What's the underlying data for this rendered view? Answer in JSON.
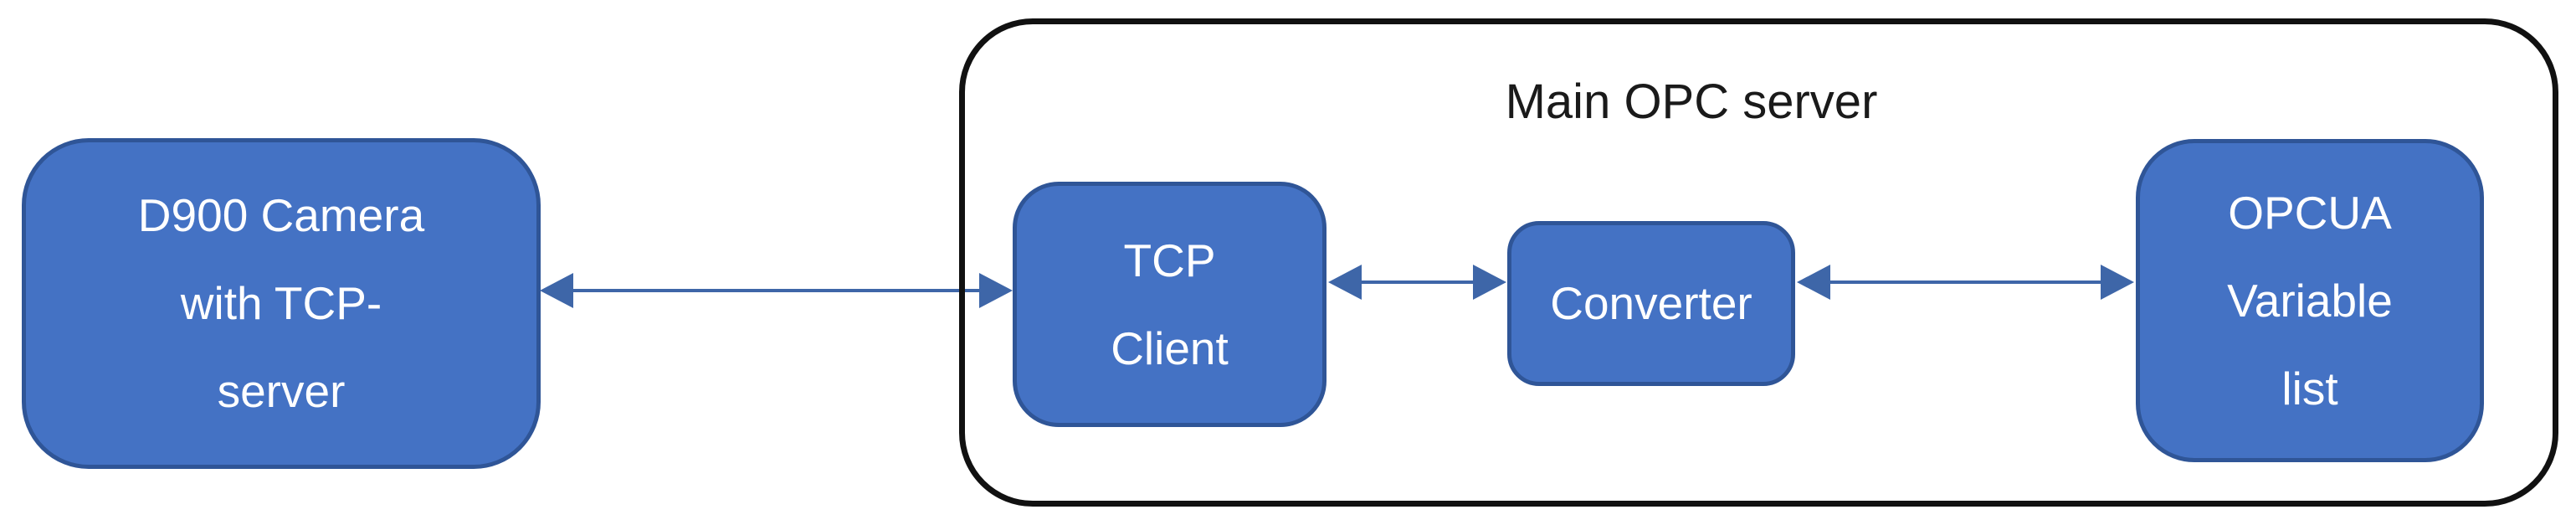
{
  "colors": {
    "node-fill": "#4472C4",
    "node-border": "#2F5597",
    "node-text": "#FFFFFF",
    "container-border": "#111111",
    "label-text": "#1A1A1A",
    "arrow": "#3E66A8",
    "background": "#FFFFFF"
  },
  "diagram": {
    "container_label": "Main OPC server",
    "nodes": {
      "camera": {
        "lines": [
          "D900 Camera",
          "with TCP-",
          "server"
        ]
      },
      "tcp_client": {
        "lines": [
          "TCP",
          "Client"
        ]
      },
      "converter": {
        "lines": [
          "Converter"
        ]
      },
      "opcua": {
        "lines": [
          "OPCUA",
          "Variable",
          "list"
        ]
      }
    },
    "connections": [
      {
        "from": "D900 Camera with TCP-server",
        "to": "TCP Client",
        "type": "bidirectional"
      },
      {
        "from": "TCP Client",
        "to": "Converter",
        "type": "bidirectional"
      },
      {
        "from": "Converter",
        "to": "OPCUA Variable list",
        "type": "bidirectional"
      }
    ]
  }
}
